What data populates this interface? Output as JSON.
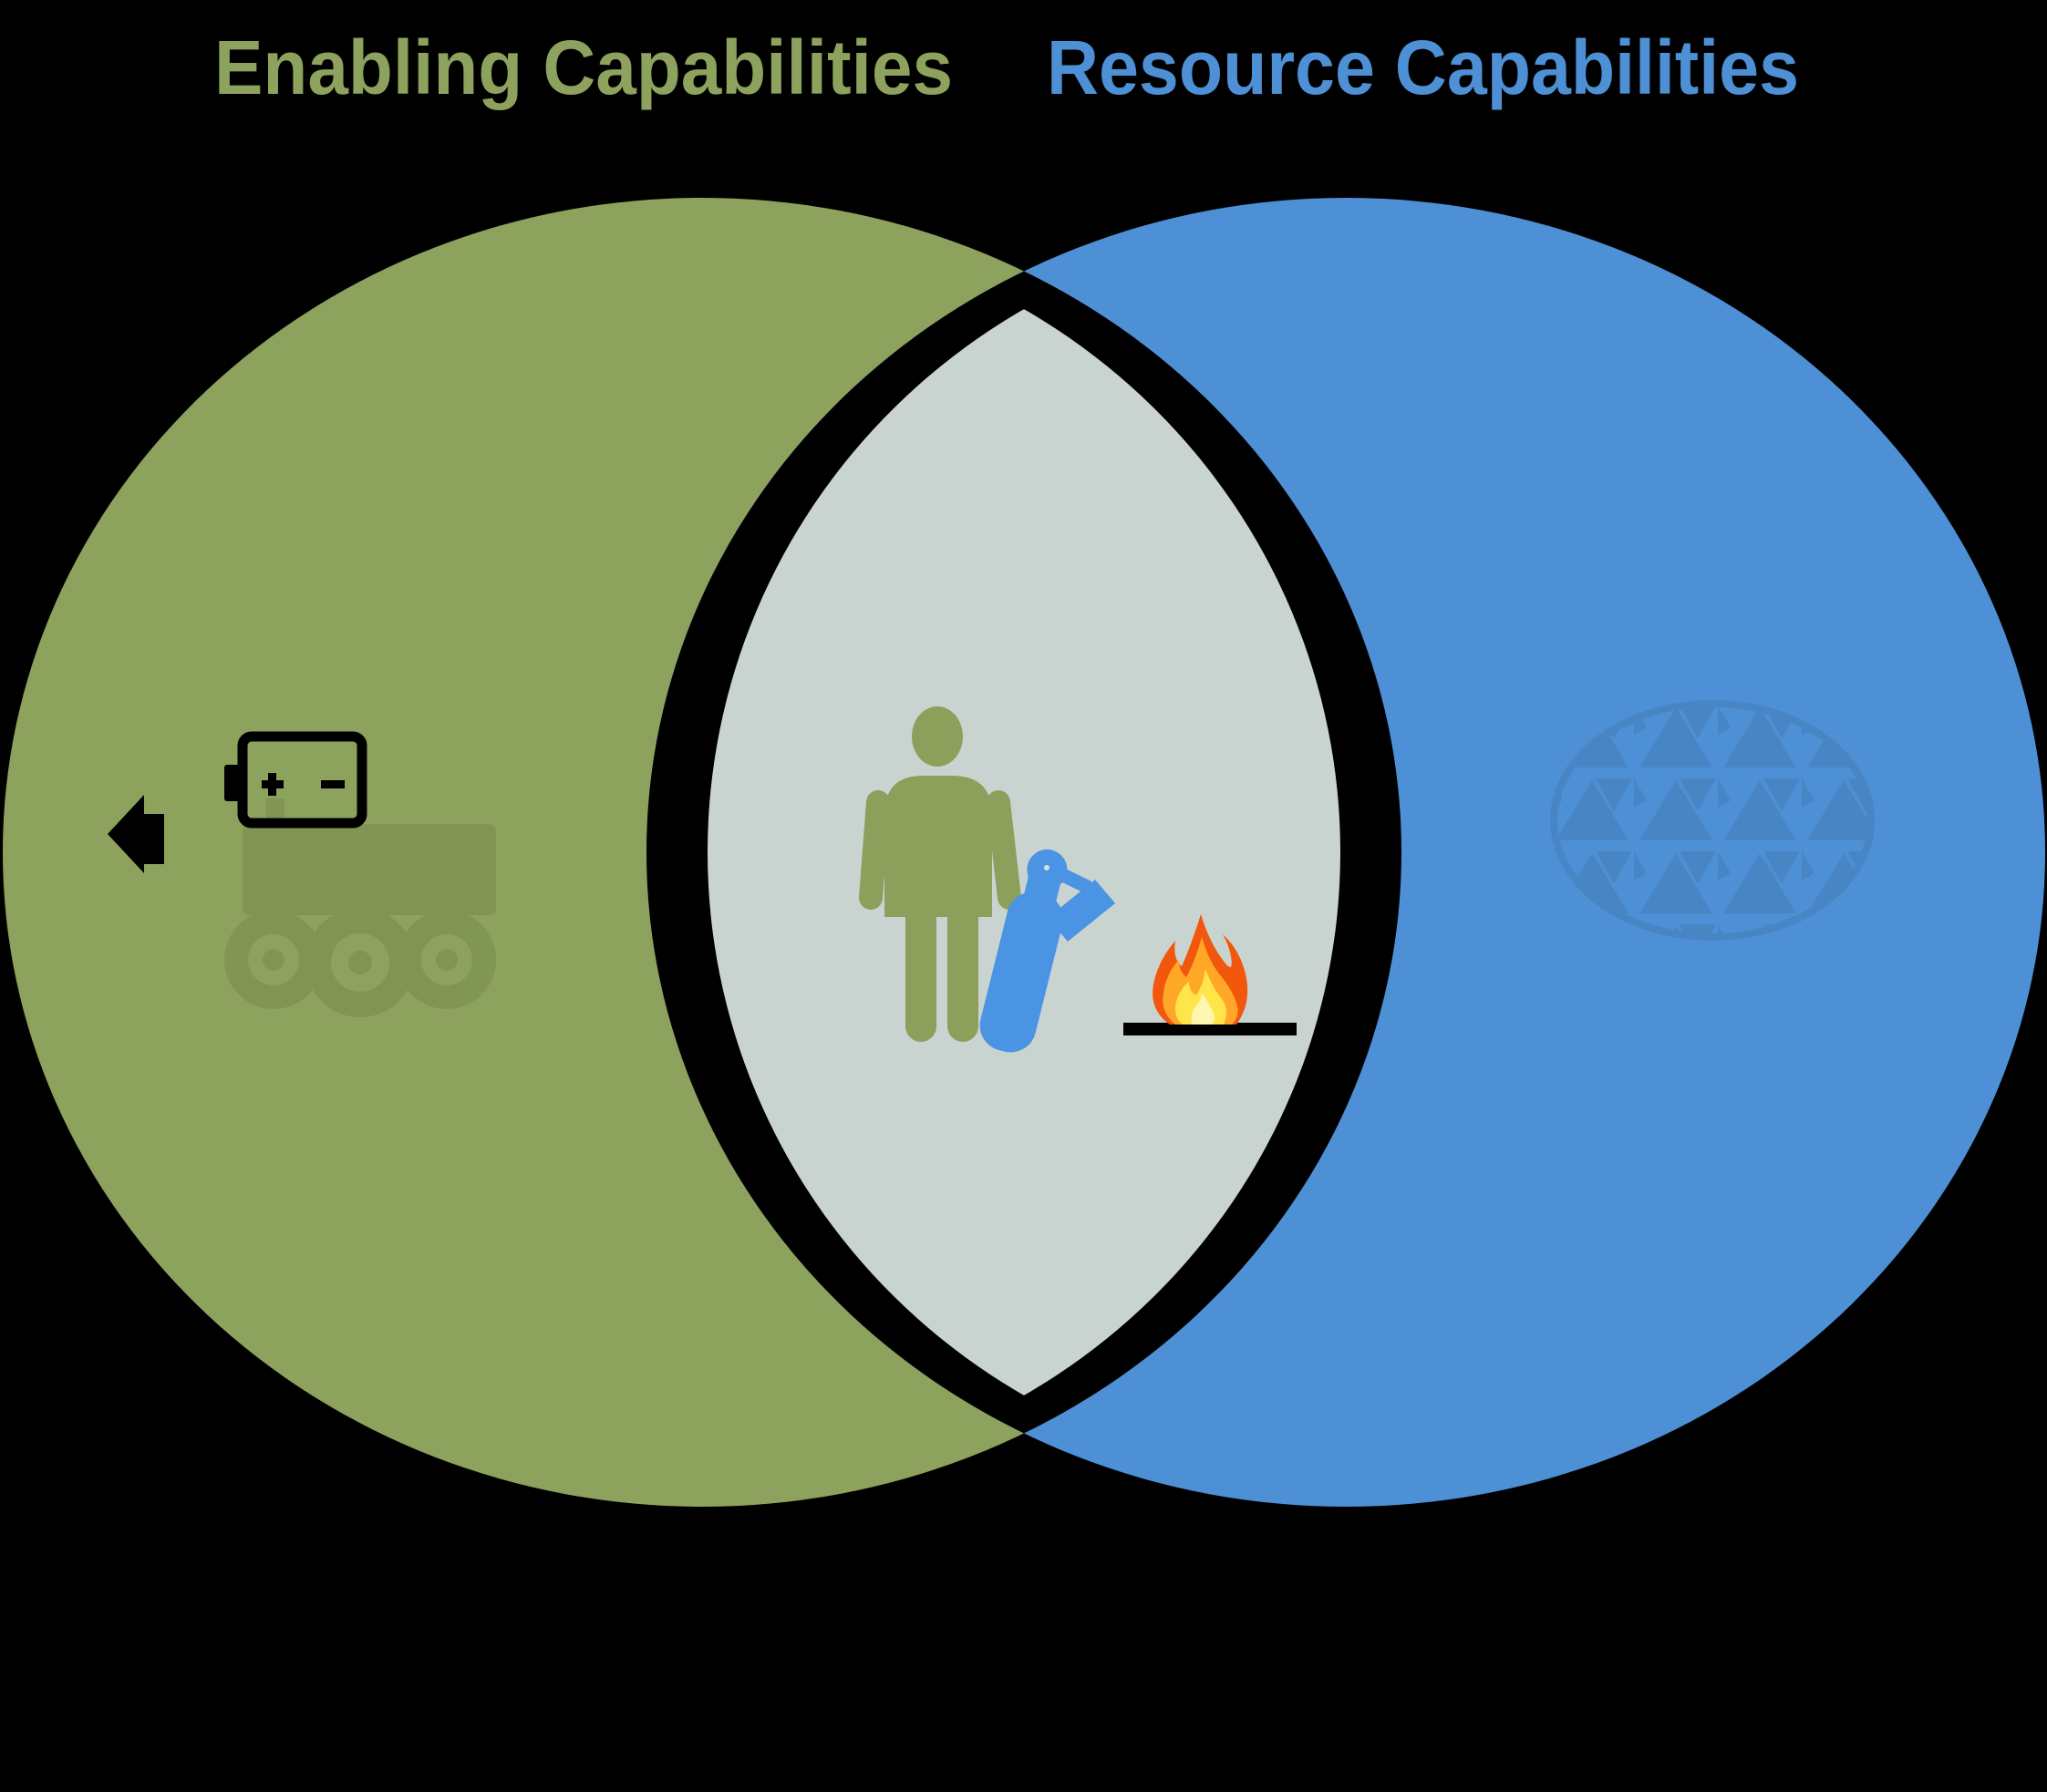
{
  "page": {
    "background": "#000000"
  },
  "titles": {
    "left": {
      "label": "Enabling Capabilities",
      "color": "#8DA25C"
    },
    "right": {
      "label": "Resource Capabilities",
      "color": "#4E90D5"
    }
  },
  "venn": {
    "left_circle": {
      "label": "Enabling Capabilities",
      "fill": "#8DA25C"
    },
    "right_circle": {
      "label": "Resource Capabilities",
      "fill": "#4E90D5"
    },
    "intersection": {
      "fill": "#C9D4D0",
      "border": "#000000"
    }
  },
  "icons": {
    "battery": {
      "name": "battery-icon",
      "color": "#000000",
      "plus": "+",
      "minus": "-"
    },
    "arrow": {
      "name": "left-arrow-icon",
      "color": "#000000"
    },
    "machine_watermark": {
      "name": "machine-watermark-icon"
    },
    "person": {
      "name": "person-icon",
      "color": "#8CA05C"
    },
    "extinguisher": {
      "name": "fire-extinguisher-icon",
      "color": "#4A94E3",
      "pin_dot": "#D8E2DE"
    },
    "flame": {
      "name": "flame-icon",
      "colors": {
        "outer": "#F1580E",
        "mid": "#FFA726",
        "inner": "#FFE54A",
        "core": "#FFF7B0"
      }
    },
    "ground_line": {
      "name": "ground-line",
      "color": "#000000"
    },
    "dome_watermark": {
      "name": "geodesic-dome-watermark-icon"
    }
  }
}
